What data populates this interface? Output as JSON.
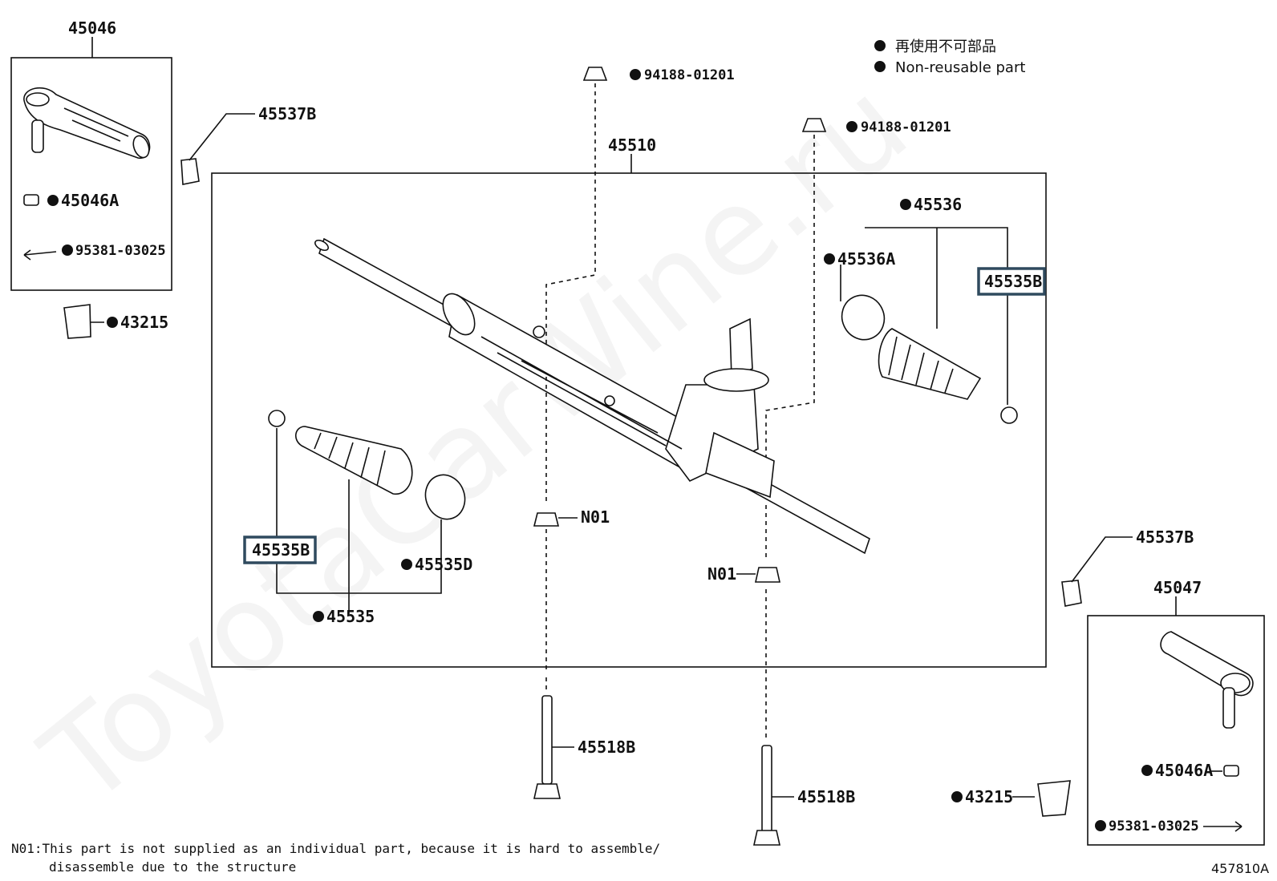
{
  "legend": {
    "line1": "再使用不可部品",
    "line2": "Non-reusable part"
  },
  "watermark": "ToyotaCarWine.ru",
  "parts": {
    "p45046": "45046",
    "p45047": "45047",
    "p45537B_left": "45537B",
    "p45537B_right": "45537B",
    "p45046A_left": "45046A",
    "p45046A_right": "45046A",
    "p95381_left": "95381-03025",
    "p95381_right": "95381-03025",
    "p43215_left": "43215",
    "p43215_right": "43215",
    "p94188_a": "94188-01201",
    "p94188_b": "94188-01201",
    "p45510": "45510",
    "p45536": "45536",
    "p45536A": "45536A",
    "p45535B_right": "45535B",
    "p45535B_left": "45535B",
    "p45535D": "45535D",
    "p45535": "45535",
    "n01_a": "N01",
    "n01_b": "N01",
    "p45518B_left": "45518B",
    "p45518B_right": "45518B"
  },
  "footnote": {
    "line1": "N01:This part is not supplied as an individual part, because it is hard to assemble/",
    "line2": "disassemble due to the structure"
  },
  "figure_id": "457810A"
}
